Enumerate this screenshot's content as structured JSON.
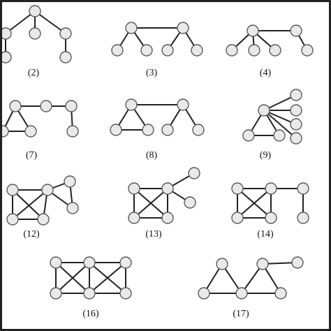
{
  "figure": {
    "panels": [
      {
        "label": "(2)"
      },
      {
        "label": "(3)"
      },
      {
        "label": "(4)"
      },
      {
        "label": "(7)"
      },
      {
        "label": "(8)"
      },
      {
        "label": "(9)"
      },
      {
        "label": "(12)"
      },
      {
        "label": "(13)"
      },
      {
        "label": "(14)"
      },
      {
        "label": "(16)"
      },
      {
        "label": "(17)"
      }
    ]
  }
}
